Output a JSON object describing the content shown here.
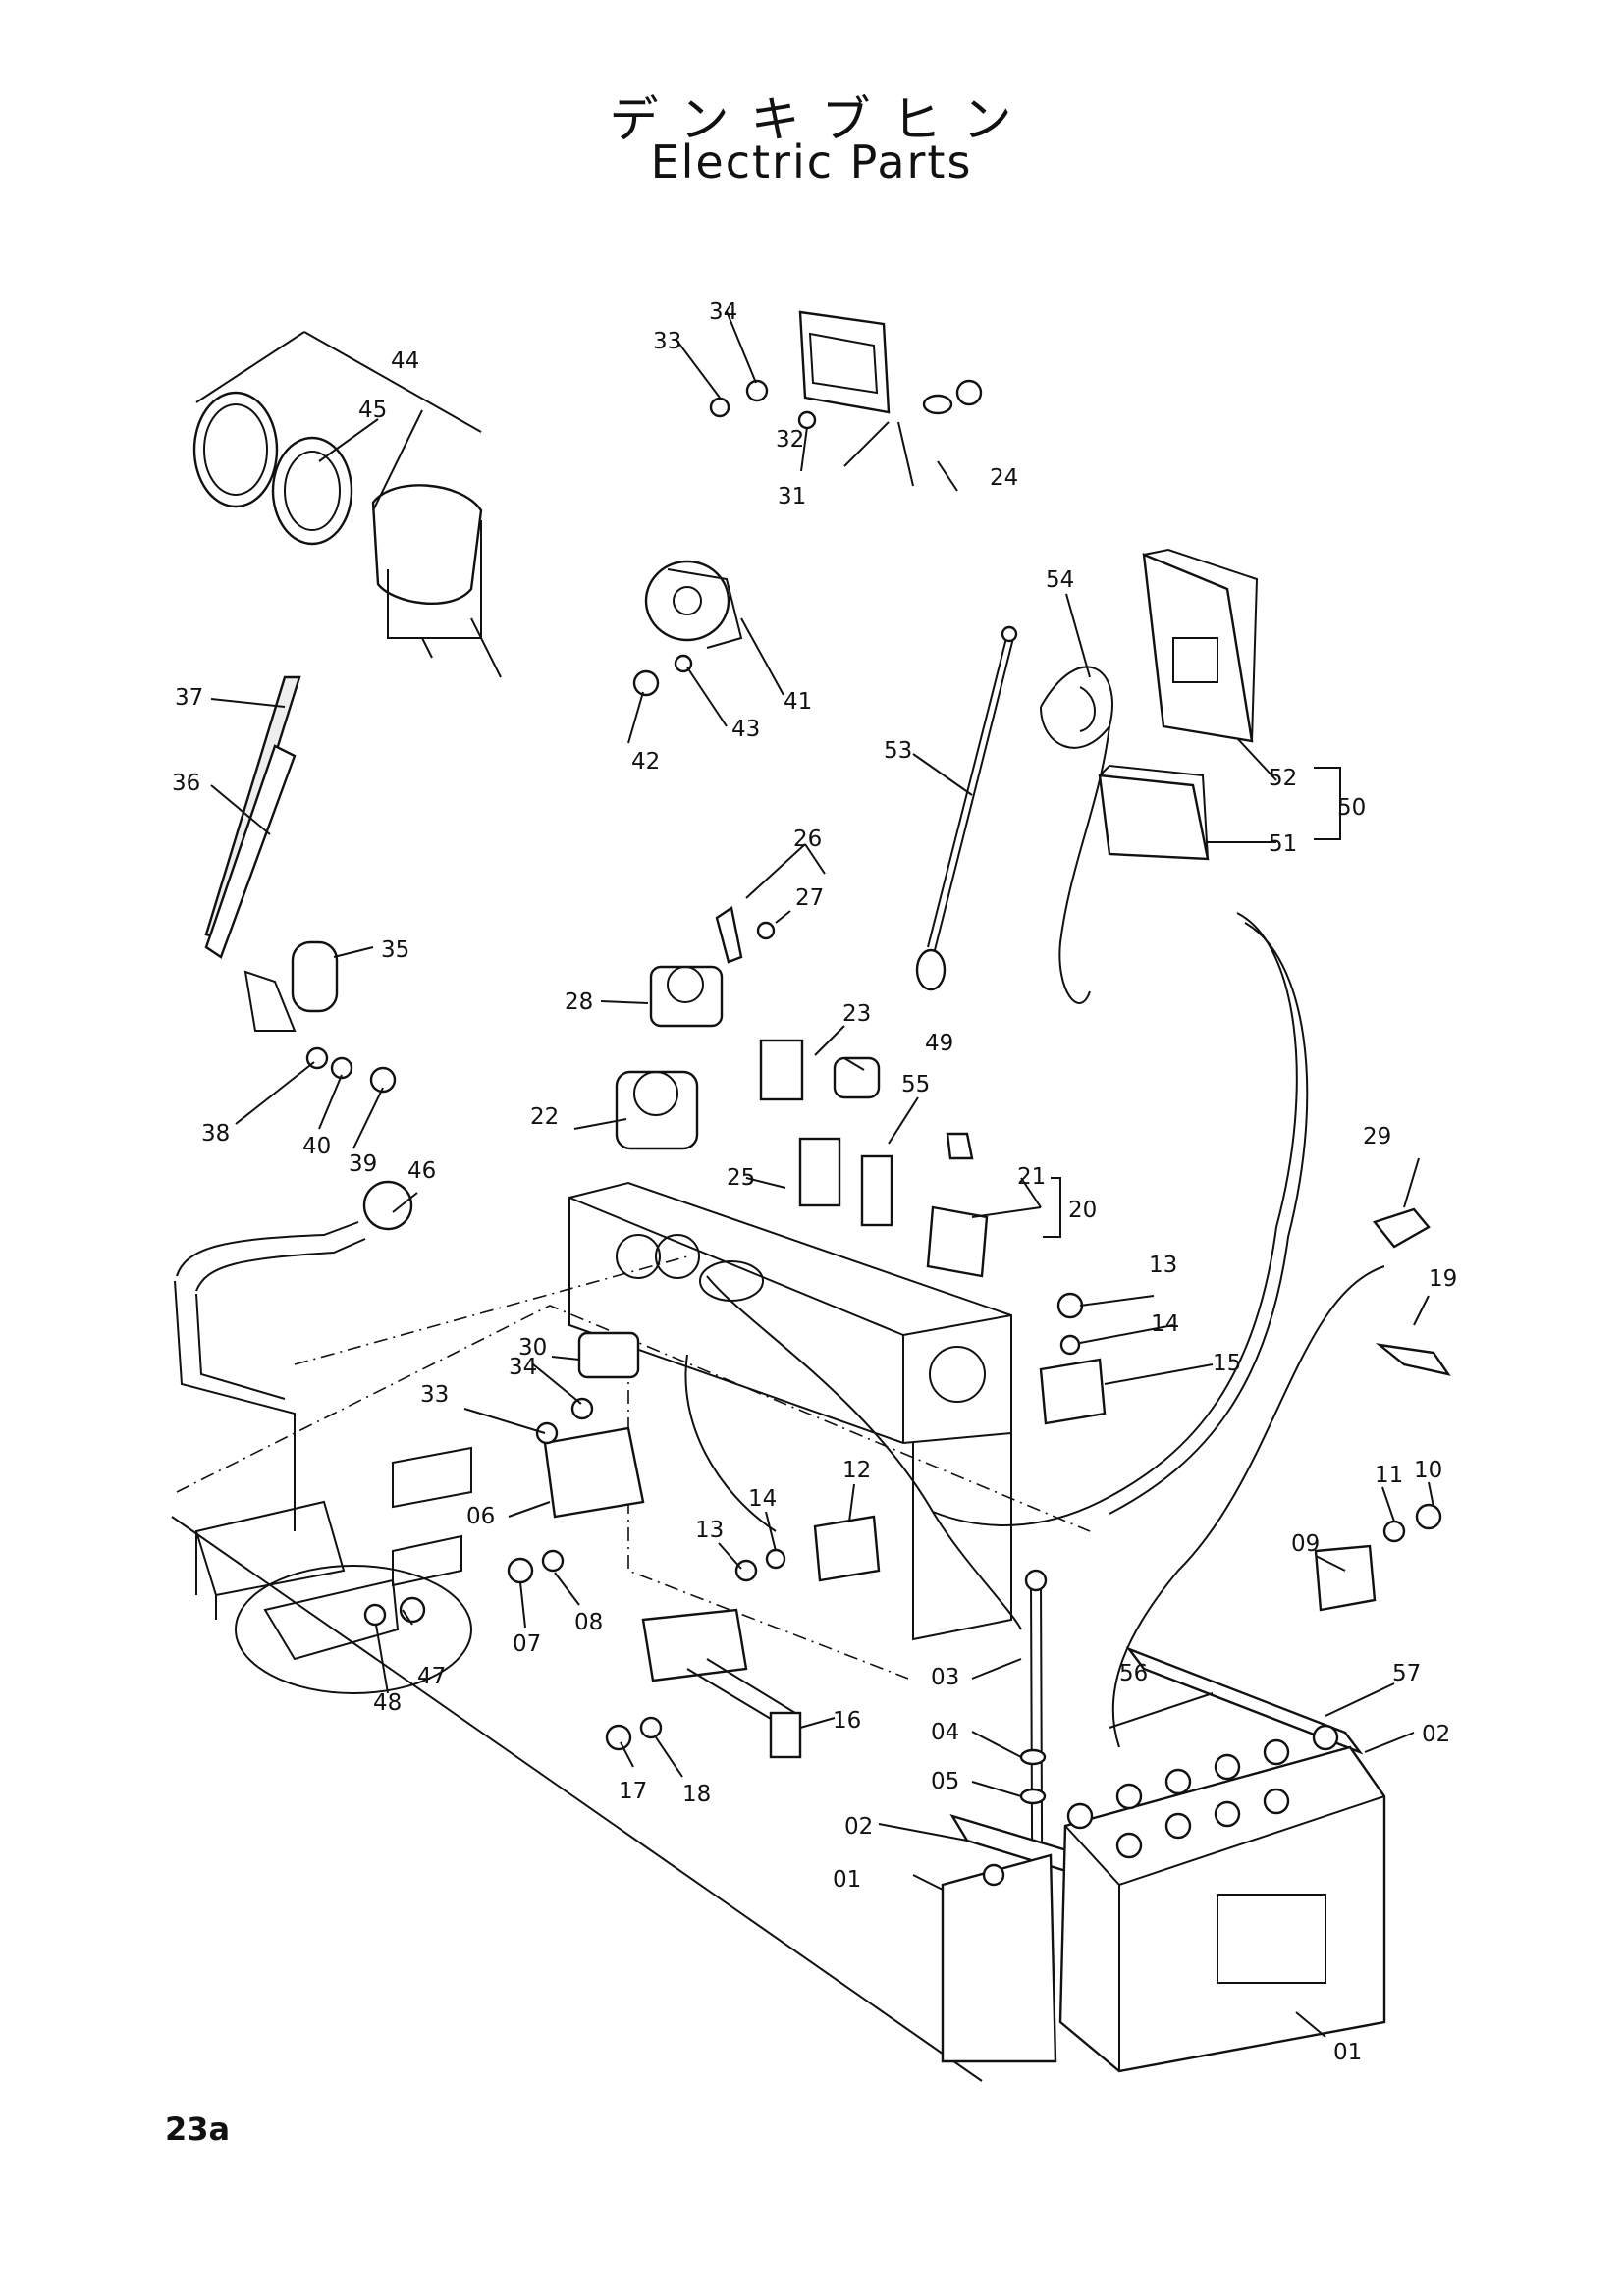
{
  "header": {
    "title_jp": "デンキブヒン",
    "title_en": "Electric Parts"
  },
  "footer": {
    "page_number": "23a"
  },
  "callouts": [
    "01",
    "01",
    "02",
    "02",
    "03",
    "04",
    "05",
    "06",
    "07",
    "08",
    "09",
    "10",
    "11",
    "12",
    "13",
    "13",
    "14",
    "14",
    "15",
    "16",
    "17",
    "18",
    "19",
    "20",
    "21",
    "22",
    "23",
    "24",
    "25",
    "26",
    "27",
    "28",
    "29",
    "30",
    "31",
    "32",
    "33",
    "33",
    "34",
    "34",
    "35",
    "36",
    "37",
    "38",
    "39",
    "40",
    "41",
    "42",
    "43",
    "44",
    "45",
    "46",
    "47",
    "48",
    "49",
    "50",
    "51",
    "52",
    "53",
    "54",
    "55",
    "56",
    "57"
  ]
}
